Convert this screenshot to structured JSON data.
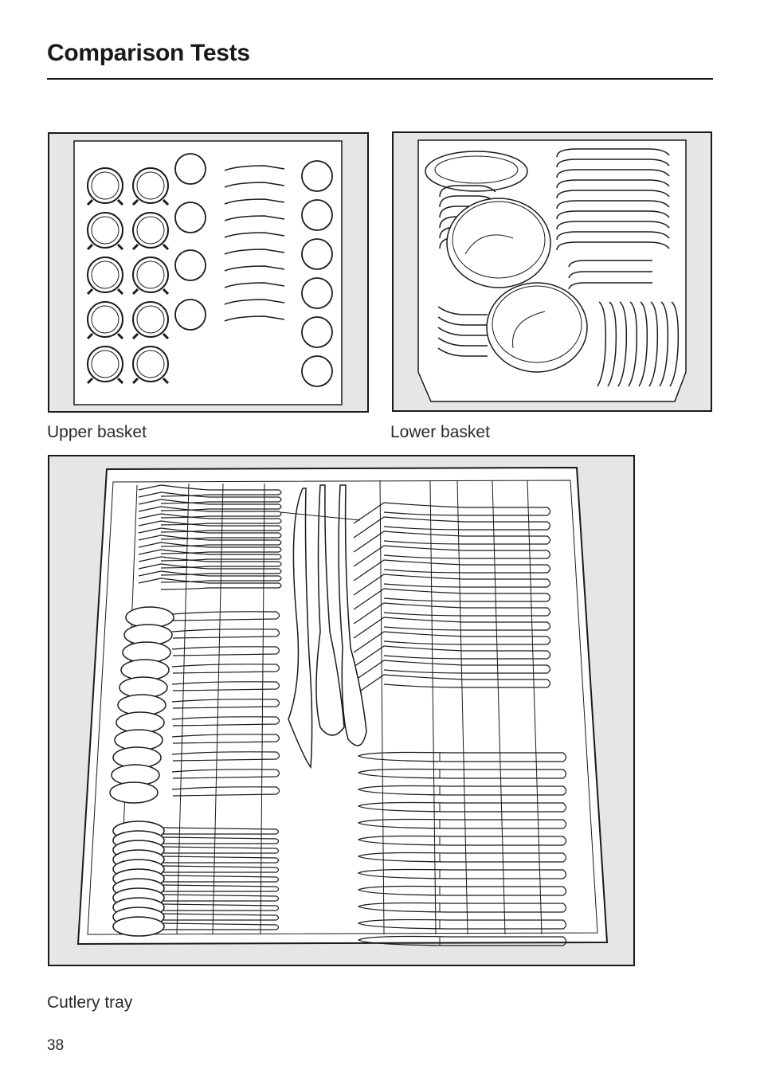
{
  "page": {
    "title": "Comparison Tests",
    "page_number": "38"
  },
  "figures": {
    "upper_basket": {
      "caption": "Upper basket"
    },
    "lower_basket": {
      "caption": "Lower basket"
    },
    "cutlery_tray": {
      "caption": "Cutlery tray"
    }
  },
  "colors": {
    "panel_background": "#e6e6e6",
    "line": "#1a1a1a",
    "text": "#2a2a2a"
  }
}
